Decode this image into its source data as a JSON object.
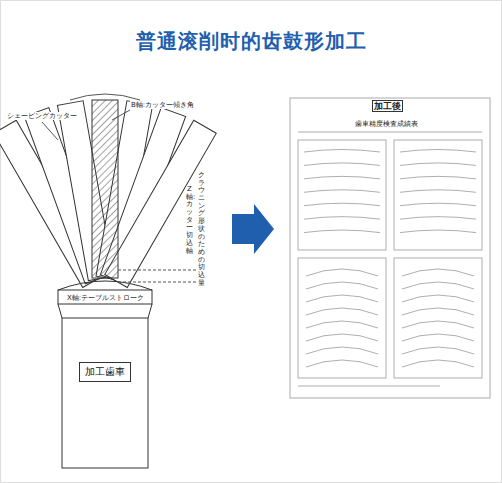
{
  "diagram": {
    "title": "普通滚削时的齿鼓形加工",
    "nodes": [
      {
        "text": [
          "加工歯車"
        ]
      }
    ],
    "edges": [],
    "labels": [
      "シェービングカッター",
      "B軸:カッター傾き角",
      "Z軸:カッター切込軸",
      "クラウニング形状のための切込量",
      "X軸:テーブルストローク",
      "加工後",
      "歯車精度検査成績表"
    ]
  }
}
